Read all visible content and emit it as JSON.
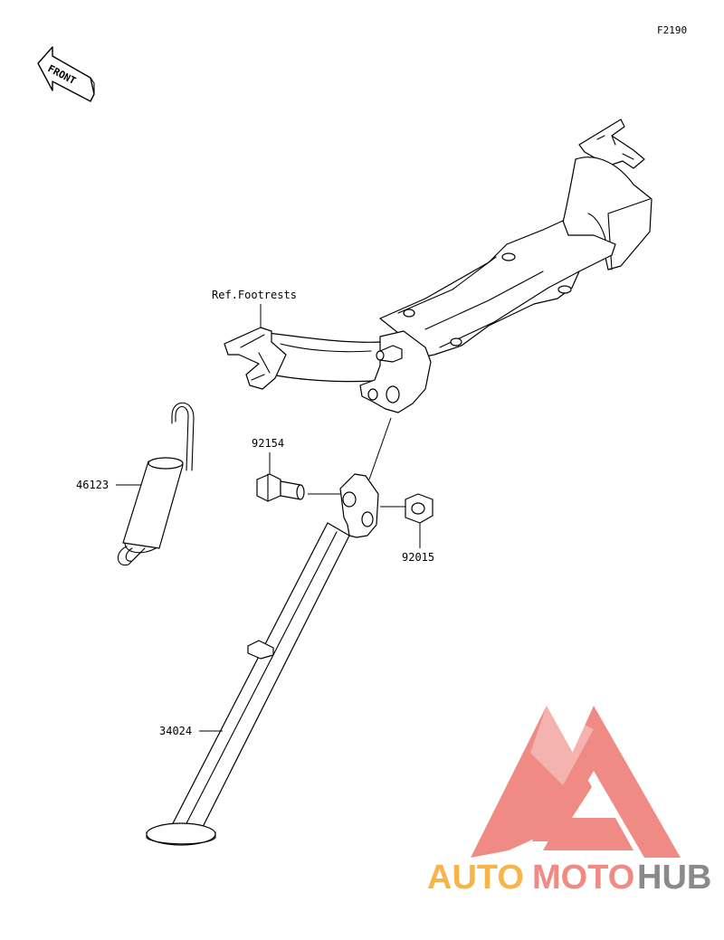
{
  "diagram": {
    "code": "F2190",
    "front_label": "FRONT",
    "reference_label": "Ref.Footrests",
    "parts": [
      {
        "number": "46123",
        "name": "spring"
      },
      {
        "number": "92154",
        "name": "bolt"
      },
      {
        "number": "92015",
        "name": "nut"
      },
      {
        "number": "34024",
        "name": "side-stand"
      }
    ]
  },
  "watermark": {
    "brand_auto": "AUTO",
    "brand_moto": "MOTO",
    "brand_hub": "HUB",
    "colors": {
      "logo": "#f08a84",
      "auto": "#f6b54a",
      "moto": "#f08a84",
      "hub": "#8a8a8a"
    }
  }
}
